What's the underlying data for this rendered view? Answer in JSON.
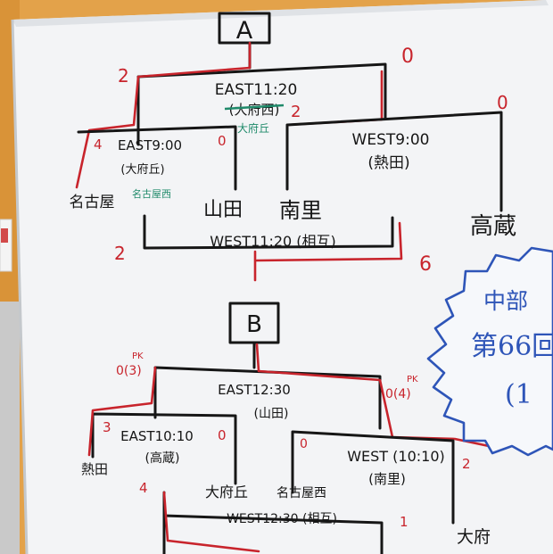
{
  "colors": {
    "board": "#f3f4f6",
    "marker_black": "#161616",
    "marker_red": "#c8242c",
    "marker_green": "#1f8a6a",
    "marker_blue": "#2e55b8",
    "wall": "#e3a24a"
  },
  "bracket_a": {
    "label": "A",
    "top_score": "0",
    "final": {
      "time": "EAST11:20",
      "venue": "(大府西)",
      "venue_corrected": "大府丘",
      "score_left": "2",
      "score_right": "2"
    },
    "east_semi": {
      "time": "EAST9:00",
      "venue": "(大府丘)",
      "venue_note": "名古屋西",
      "score_left": "4",
      "score_right": "0"
    },
    "west_semi": {
      "time": "WEST9:00",
      "venue": "(熱田)",
      "score_right": "0"
    },
    "losers_match": {
      "time": "WEST11:20 (相互)",
      "score_left": "2",
      "score_right": "6"
    },
    "teams": [
      "名古屋",
      "山田",
      "南里",
      "高蔵"
    ]
  },
  "bracket_b": {
    "label": "B",
    "final": {
      "time": "EAST12:30",
      "venue": "(山田)",
      "score_left": "0(3)",
      "pk_left": "PK",
      "score_right": "0(4)",
      "pk_right": "PK"
    },
    "east_semi": {
      "time": "EAST10:10",
      "venue": "(高蔵)",
      "score_left": "3",
      "score_right": "0",
      "score_bottom": "4"
    },
    "west_semi": {
      "time": "WEST (10:10)",
      "venue": "(南里)",
      "score_left": "0",
      "score_right": "2",
      "score_bottom": "1"
    },
    "losers_match": {
      "time": "WEST12:30 (相互)"
    },
    "teams": [
      "熱田",
      "大府丘",
      "名古屋西",
      "大府"
    ]
  },
  "sign": {
    "line1": "中部",
    "line2": "第66回",
    "line3": "(1"
  }
}
